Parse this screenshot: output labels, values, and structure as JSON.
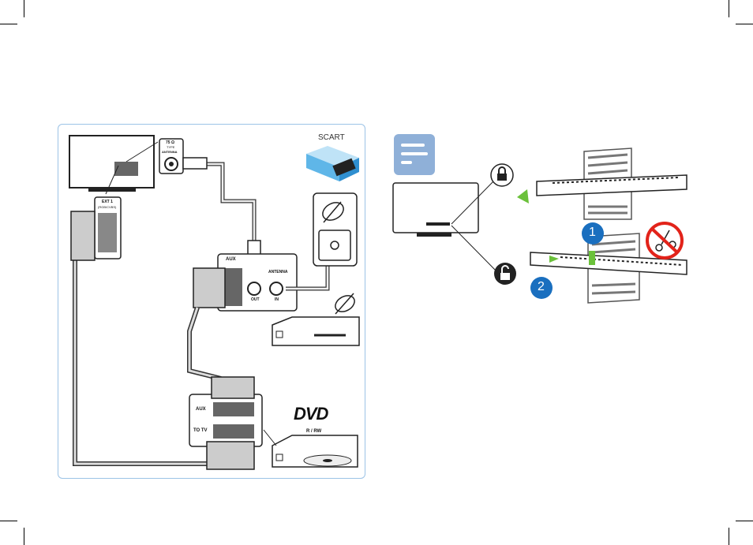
{
  "left_diagram": {
    "scart_title": "SCART",
    "antenna_label": "ANTENNA",
    "antenna_ohm": "75 Ω",
    "antenna_type": "TYPE",
    "ext_label": "EXT 1",
    "ext_sub": "(RGB/CVBS)",
    "aux_label": "AUX",
    "receiver_antenna": "ANTENNA",
    "out_label": "OUT",
    "in_label": "IN",
    "dvd_aux": "AUX",
    "dvd_totv": "TO TV",
    "dvd_logo": "DVD",
    "dvd_sub": "R / RW"
  },
  "right_diagram": {
    "step1": "1",
    "step2": "2"
  },
  "colors": {
    "panel_border": "#9cc3e6",
    "step_blue": "#1a6fbf",
    "note_blue": "#8fb0d8",
    "green": "#6bc13b",
    "no_red": "#e2231a"
  }
}
